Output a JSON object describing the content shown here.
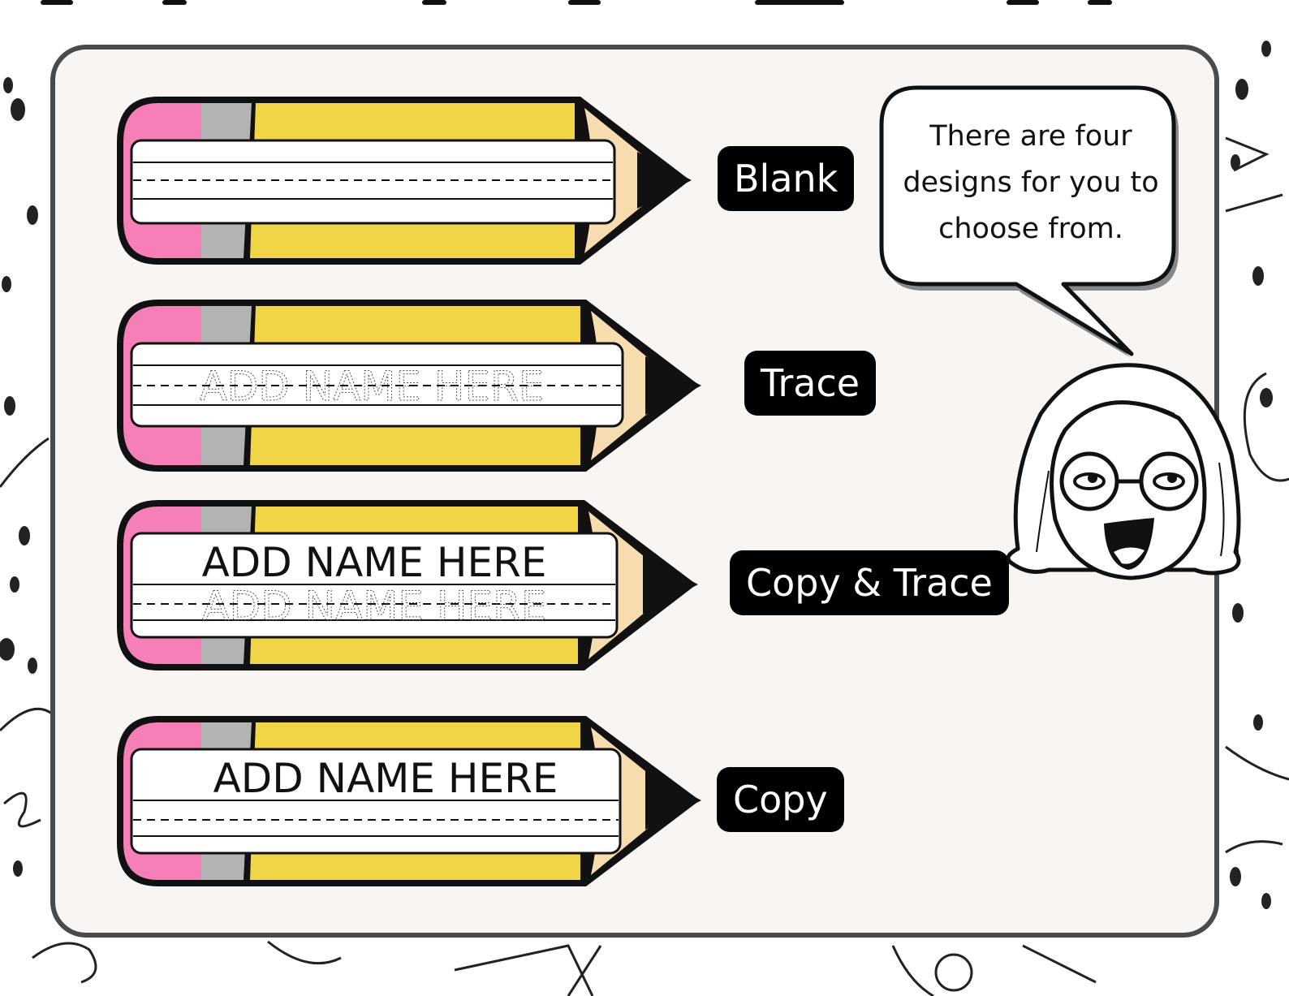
{
  "colors": {
    "pencil_body": "#f2d547",
    "pencil_eraser": "#f77fb8",
    "pencil_ferrule": "#b3b3b3",
    "pencil_wood": "#f7dcb0",
    "pencil_lead": "#111111",
    "panel_background": "#f8f5f3",
    "panel_border": "#4a4a4a",
    "label_background": "#000000",
    "label_text": "#ffffff"
  },
  "speech_bubble": {
    "lines": [
      "There are four",
      "designs for you to",
      "choose from."
    ]
  },
  "designs": [
    {
      "label": "Blank",
      "top_text": "",
      "trace_text": ""
    },
    {
      "label": "Trace",
      "top_text": "",
      "trace_text": "ADD NAME HERE"
    },
    {
      "label": "Copy & Trace",
      "top_text": "ADD NAME HERE",
      "trace_text": "ADD NAME HERE"
    },
    {
      "label": "Copy",
      "top_text": "ADD NAME HERE",
      "trace_text": ""
    }
  ],
  "icons": {
    "character": "teacher-cartoon-icon",
    "background": "doodle-pattern"
  }
}
